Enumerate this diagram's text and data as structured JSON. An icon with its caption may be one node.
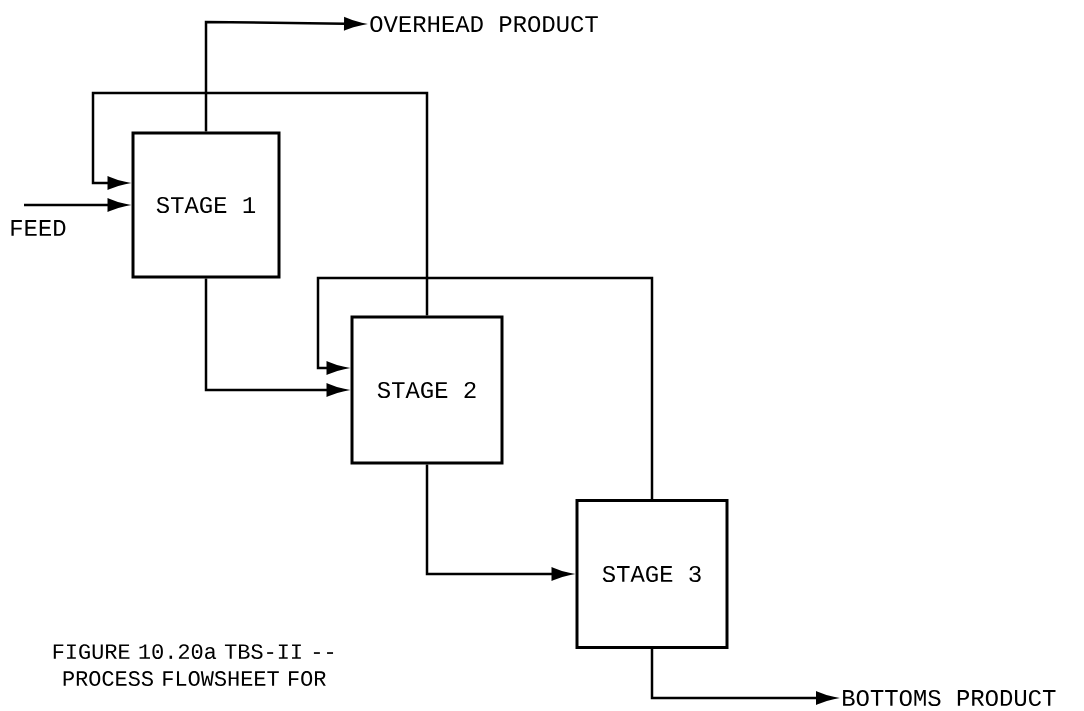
{
  "diagram": {
    "caption": "FIGURE 10.20a TBS-II -- PROCESS FLOWSHEET FOR",
    "nodes": [
      {
        "text": [
          "FEED"
        ]
      },
      {
        "text": [
          "STAGE 1"
        ]
      },
      {
        "text": [
          "STAGE 2"
        ]
      },
      {
        "text": [
          "STAGE 3"
        ]
      },
      {
        "text": [
          "OVERHEAD PRODUCT"
        ]
      },
      {
        "text": [
          "BOTTOMS PRODUCT"
        ]
      }
    ],
    "edges": [
      {
        "from": 0,
        "to": 1,
        "arrow": "to"
      },
      {
        "from": 1,
        "to": 4,
        "arrow": "to"
      },
      {
        "from": 2,
        "to": 1,
        "arrow": "to"
      },
      {
        "from": 1,
        "to": 2,
        "arrow": "to"
      },
      {
        "from": 3,
        "to": 2,
        "arrow": "to"
      },
      {
        "from": 2,
        "to": 3,
        "arrow": "to"
      },
      {
        "from": 3,
        "to": 5,
        "arrow": "to"
      }
    ]
  }
}
